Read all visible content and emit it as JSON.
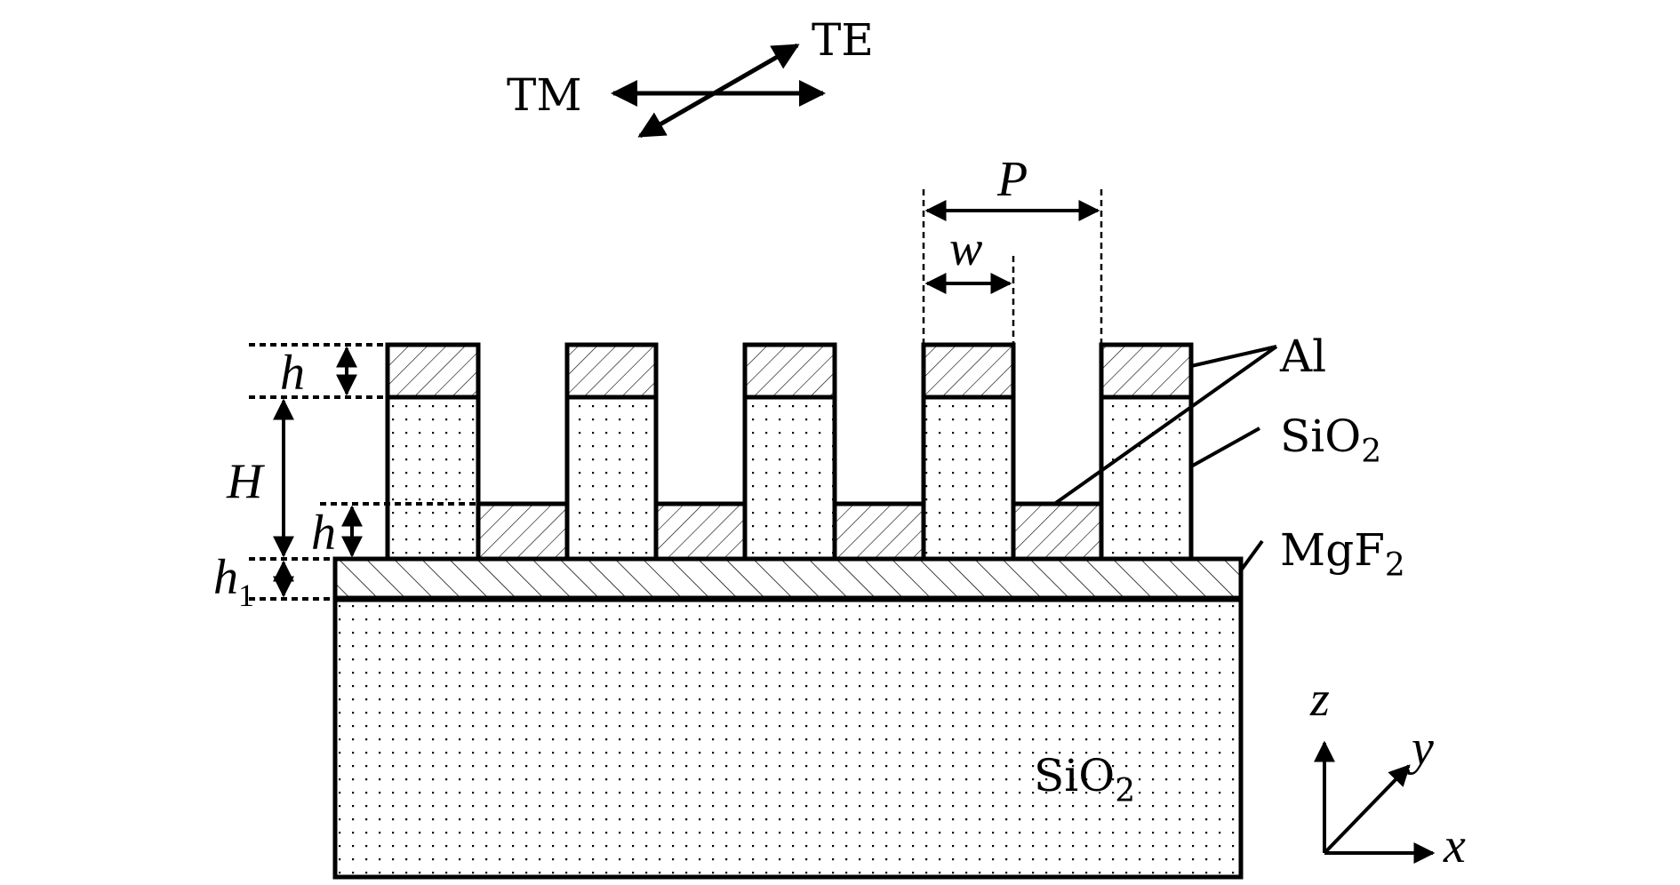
{
  "polarization": {
    "te": "TE",
    "tm": "TM"
  },
  "dimensions": {
    "period": "P",
    "width": "w",
    "al_height": "h",
    "pillar_height": "H",
    "bottom_al_height": "h",
    "mgf2_height": "h",
    "mgf2_height_sub": "1"
  },
  "materials": {
    "al": "Al",
    "sio2_grating": {
      "main": "SiO",
      "sub": "2"
    },
    "mgf2": {
      "main": "MgF",
      "sub": "2"
    },
    "substrate": {
      "main": "SiO",
      "sub": "2"
    }
  },
  "axes": {
    "x": "x",
    "y": "y",
    "z": "z"
  },
  "colors": {
    "line": "#000000",
    "background": "#ffffff"
  }
}
